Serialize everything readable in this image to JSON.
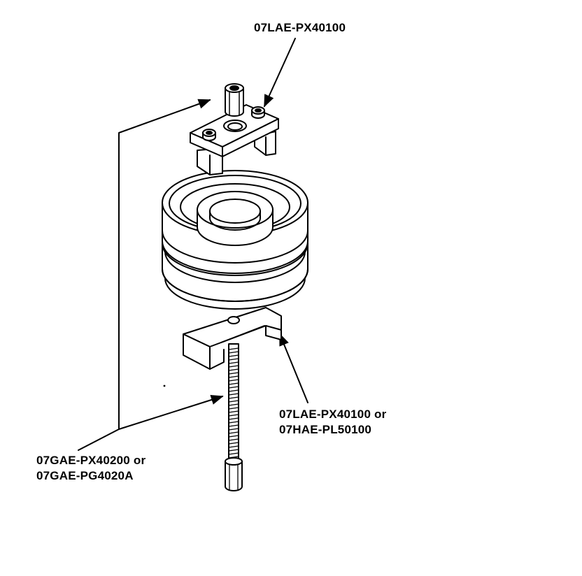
{
  "labels": {
    "top_tool": "07LAE-PX40100",
    "right_tool_line1": "07LAE-PX40100 or",
    "right_tool_line2": "07HAE-PL50100",
    "left_tool_line1": "07GAE-PX40200 or",
    "left_tool_line2": "07GAE-PG4020A"
  },
  "colors": {
    "ink": "#000000",
    "paper": "#ffffff"
  }
}
